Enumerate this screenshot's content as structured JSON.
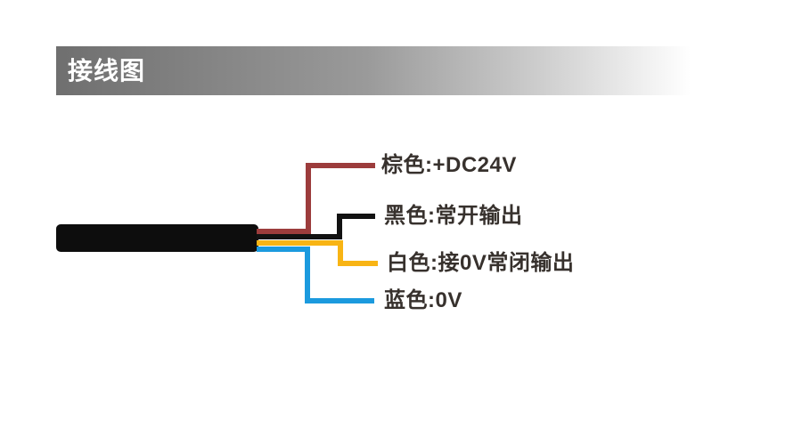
{
  "header": {
    "title": "接线图",
    "gradient_start": "#6f6f6f",
    "gradient_end": "#ffffff",
    "title_color": "#ffffff"
  },
  "diagram": {
    "cable": {
      "description": "sensor-cable-body",
      "color": "#0d0d0d"
    },
    "wires": [
      {
        "id": "brown",
        "color": "#9c3c3c",
        "label": "棕色:+DC24V"
      },
      {
        "id": "black",
        "color": "#121212",
        "label": "黑色:常开输出"
      },
      {
        "id": "white",
        "color": "#f8b414",
        "label": "白色:接0V常闭输出"
      },
      {
        "id": "blue",
        "color": "#1b9ade",
        "label": "蓝色:0V"
      }
    ],
    "label_text_color": "#37312d"
  }
}
